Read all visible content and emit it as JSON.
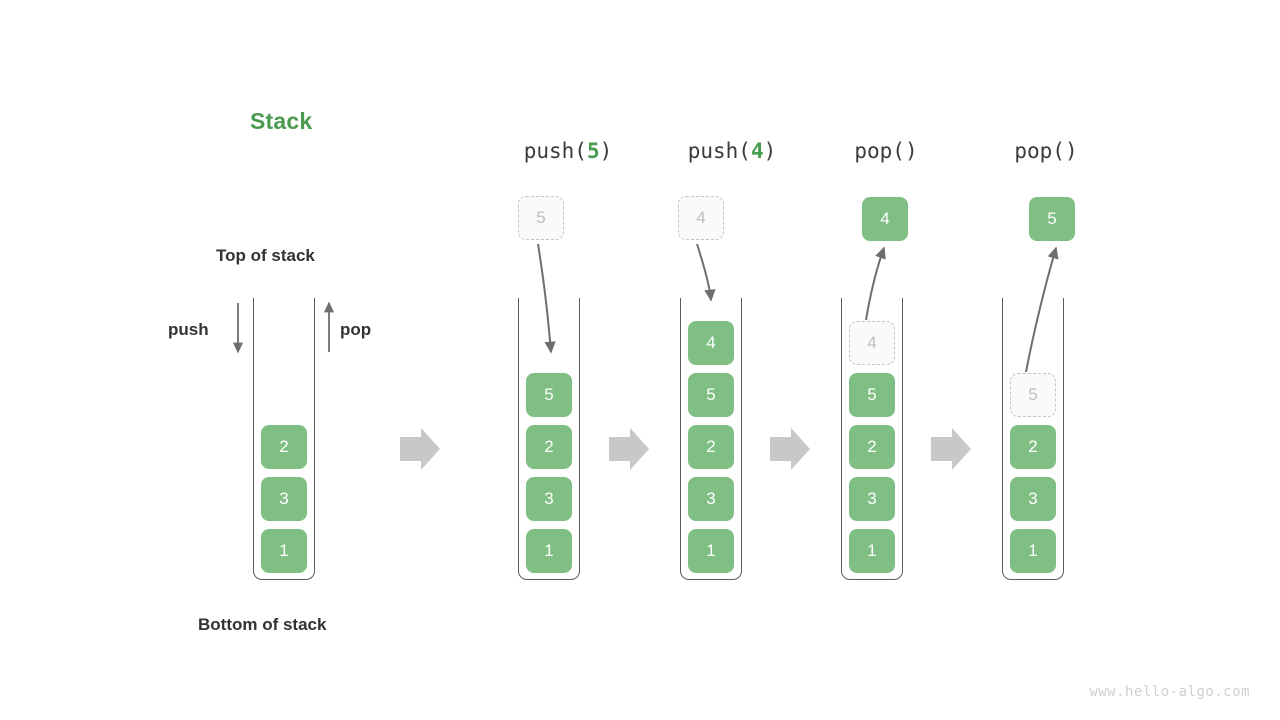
{
  "title": "Stack",
  "labels": {
    "top_of_stack": "Top of stack",
    "bottom_of_stack": "Bottom of stack",
    "push": "push",
    "pop": "pop"
  },
  "watermark": "www.hello-algo.com",
  "colors": {
    "accent_green": "#7fbf83",
    "title_green": "#4a9a4f",
    "ghost_border": "#c4c4c4",
    "ghost_text": "#bdbdbd",
    "arrow_gray": "#6e6e6e",
    "separator_gray": "#c8c8c8",
    "text_dark": "#333333",
    "watermark_gray": "#cfcfcf"
  },
  "operations": [
    {
      "prefix": "push(",
      "arg": "5",
      "suffix": ")"
    },
    {
      "prefix": "push(",
      "arg": "4",
      "suffix": ")"
    },
    {
      "prefix": "pop(",
      "arg": "",
      "suffix": ")"
    },
    {
      "prefix": "pop(",
      "arg": "",
      "suffix": ")"
    }
  ],
  "stacks": [
    {
      "name": "initial-stack",
      "cells": [
        "2",
        "3",
        "1"
      ],
      "ghost_slot": null,
      "floating": null
    },
    {
      "name": "after-push-5",
      "cells": [
        "5",
        "2",
        "3",
        "1"
      ],
      "ghost_slot": null,
      "floating": {
        "value": "5",
        "style": "ghost",
        "direction": "in"
      }
    },
    {
      "name": "after-push-4",
      "cells": [
        "4",
        "5",
        "2",
        "3",
        "1"
      ],
      "ghost_slot": null,
      "floating": {
        "value": "4",
        "style": "ghost",
        "direction": "in"
      }
    },
    {
      "name": "after-pop-4",
      "cells": [
        "5",
        "2",
        "3",
        "1"
      ],
      "ghost_slot": "4",
      "floating": {
        "value": "4",
        "style": "filled",
        "direction": "out"
      }
    },
    {
      "name": "after-pop-5",
      "cells": [
        "2",
        "3",
        "1"
      ],
      "ghost_slot": "5",
      "floating": {
        "value": "5",
        "style": "filled",
        "direction": "out"
      }
    }
  ],
  "separators": [
    "step-arrow-1",
    "step-arrow-2",
    "step-arrow-3",
    "step-arrow-4"
  ]
}
